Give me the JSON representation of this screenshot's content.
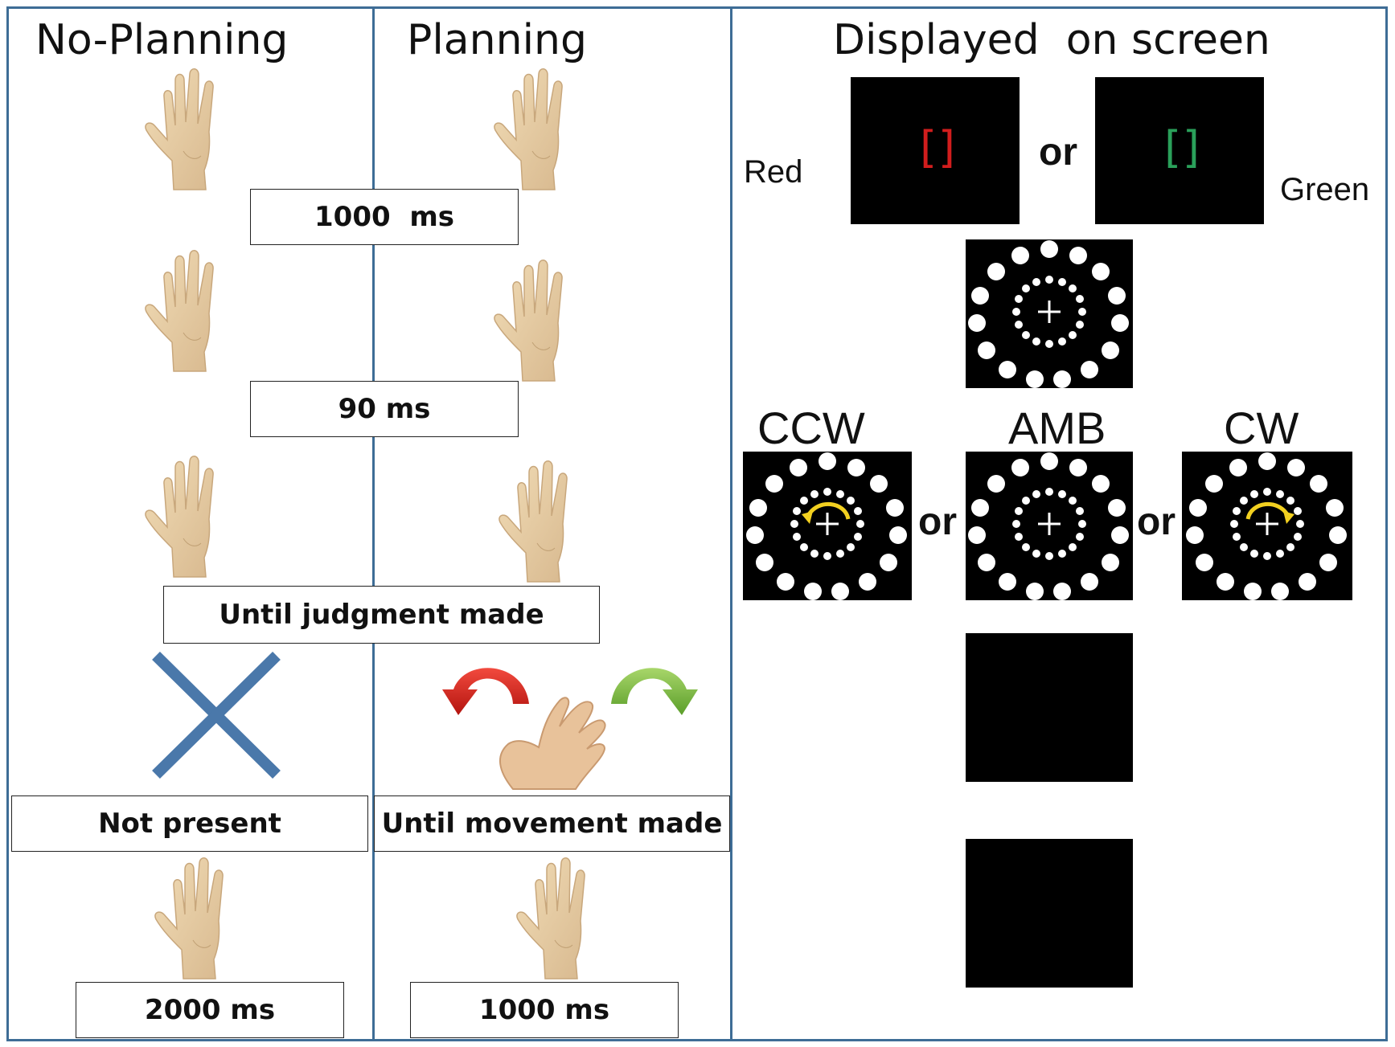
{
  "columns": {
    "no_planning": "No-Planning",
    "planning": "Planning",
    "displayed": "Displayed  on screen"
  },
  "timings": {
    "t1": "1000  ms",
    "t2": "90 ms",
    "t3": "Until judgment made",
    "t4_no_planning": "Not present",
    "t4_planning": "Until movement made",
    "t5_no_planning": "2000 ms",
    "t5_planning": "1000 ms"
  },
  "screens": {
    "red_label": "Red",
    "green_label": "Green",
    "or_word": "or",
    "red_bracket": "[]",
    "green_bracket": "[]",
    "ccw_label": "CCW",
    "amb_label": "AMB",
    "cw_label": "CW"
  },
  "colors": {
    "frame": "#3e6d96",
    "red_cue": "#d11d1d",
    "green_cue": "#2aa05a",
    "cross": "#4a78aa",
    "red_arrow": "#d8221e",
    "green_arrow": "#7cbf3f",
    "yellow_arrow": "#f2d020"
  }
}
